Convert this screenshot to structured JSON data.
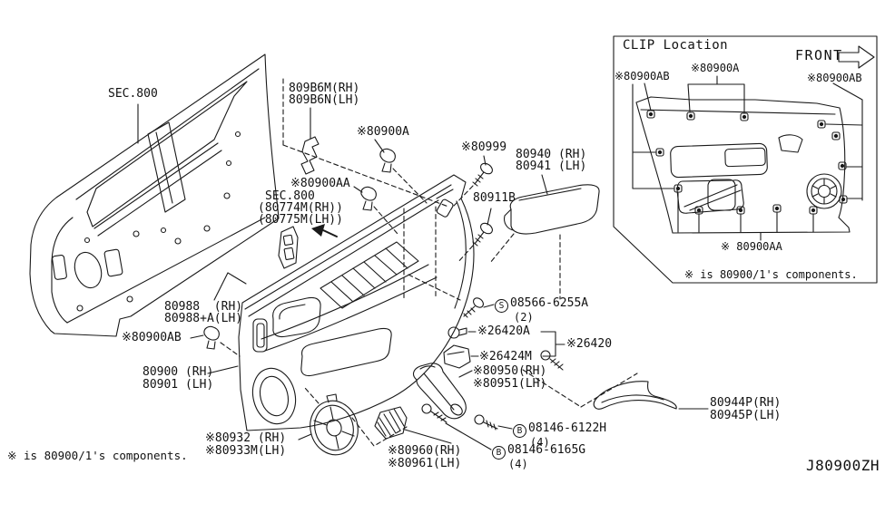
{
  "page": {
    "bg": "#ffffff",
    "ink": "#1a1a1a",
    "code": "J80900ZH",
    "note": "※ is 80900/1's components."
  },
  "labels": {
    "sec800_frame": "SEC.800",
    "b6m_rh": "809B6M(RH)",
    "b6m_lh": "809B6N(LH)",
    "clip_a": "※80900A",
    "screw_80999": "※80999",
    "armrest_rh": "80940 (RH)",
    "armrest_lh": "80941 (LH)",
    "screw_80911b": "80911B",
    "switch_sec": "SEC.800",
    "switch_rh": "(80774M(RH))",
    "switch_lh": "(80775M(LH))",
    "clip_aa": "※80900AA",
    "belt_rh": "80988  (RH)",
    "belt_lh": "80988+A(LH)",
    "clip_ab": "※80900AB",
    "panel_rh": "80900 (RH)",
    "panel_lh": "80901 (LH)",
    "grille_rh": "※80932 (RH)",
    "grille_lh": "※80933M(LH)",
    "bracket60_rh": "※80960(RH)",
    "bracket60_lh": "※80961(LH)",
    "handle_rh": "※80950(RH)",
    "handle_lh": "※80951(LH)",
    "bulb": "※26420A",
    "lamp_assy": "※26420",
    "lamp_body": "※26424M",
    "garnish_rh": "80944P(RH)",
    "garnish_lh": "80945P(LH)"
  },
  "fasteners": {
    "s_screw": {
      "letter": "S",
      "number": "08566-6255A",
      "qty": "(2)"
    },
    "bolt_6122h": {
      "letter": "B",
      "number": "08146-6122H",
      "qty": "(4)"
    },
    "bolt_6165g": {
      "letter": "B",
      "number": "08146-6165G",
      "qty": "(4)"
    }
  },
  "inset": {
    "title": "CLIP Location",
    "front": "FRONT",
    "clip_ab_left": "※80900AB",
    "clip_a": "※80900A",
    "clip_ab_right": "※80900AB",
    "clip_aa": "※ 80900AA",
    "note": "※ is 80900/1's components."
  }
}
